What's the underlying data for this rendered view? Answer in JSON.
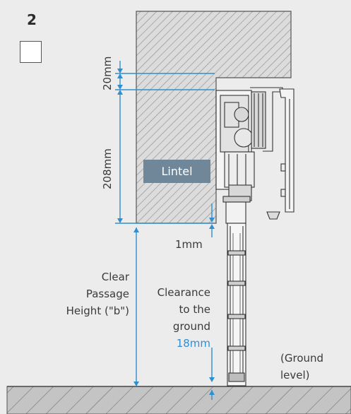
{
  "step": {
    "number": "2"
  },
  "labels": {
    "lintel": "Lintel",
    "dim_top": "20mm",
    "dim_lintel": "208mm",
    "dim_gap": "1mm",
    "clear_passage": [
      "Clear",
      "Passage",
      "Height (\"b\")"
    ],
    "clearance": [
      "Clearance",
      "to the",
      "ground"
    ],
    "clearance_value": "18mm",
    "ground": [
      "(Ground",
      "level)"
    ]
  },
  "colors": {
    "background": "#ececec",
    "hatch": "#8a8a8a",
    "dimension_line": "#2f8fd0",
    "lintel_tag": "#6f8799",
    "text": "#3a3a3a"
  }
}
